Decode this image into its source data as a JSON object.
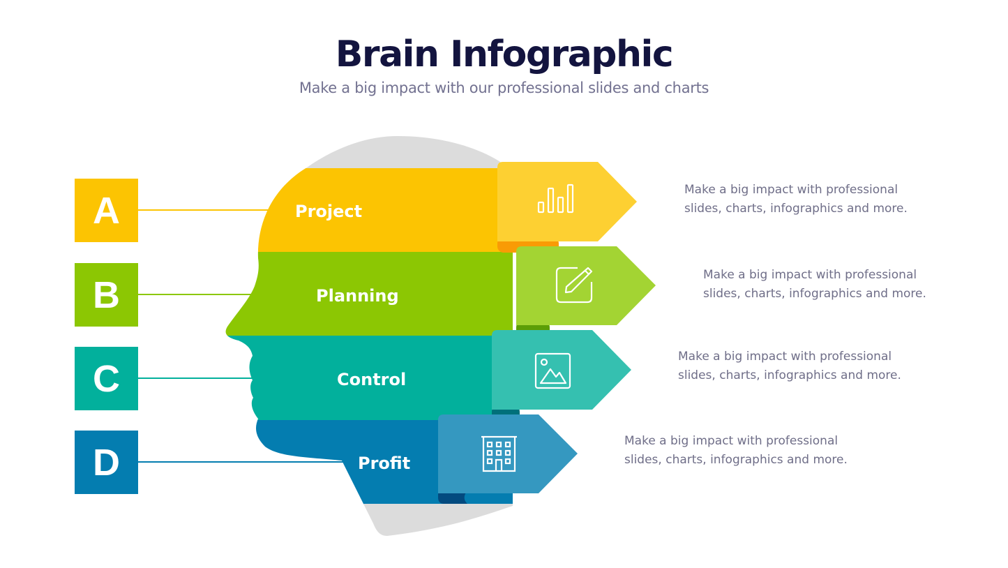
{
  "header": {
    "title": "Brain Infographic",
    "subtitle": "Make a big impact with our professional slides and charts"
  },
  "colors": {
    "title": "#13143f",
    "subtitle": "#727190",
    "head_gray": "#dcdcdc",
    "yellow": "#fcc402",
    "yellow_tab": "#fdd032",
    "yellow_fold": "#f99b05",
    "green": "#8cc703",
    "green_tab": "#a3d433",
    "green_fold": "#5c9e07",
    "teal": "#02b09c",
    "teal_tab": "#35c0b0",
    "teal_fold": "#00707a",
    "blue": "#047db0",
    "blue_tab": "#3598c0",
    "blue_fold": "#034a7f"
  },
  "items": [
    {
      "letter": "A",
      "label": "Project",
      "icon": "bar-chart-icon",
      "description_line1": "Make a big impact with professional",
      "description_line2": "slides, charts, infographics and more."
    },
    {
      "letter": "B",
      "label": "Planning",
      "icon": "edit-pencil-icon",
      "description_line1": "Make a big impact with professional",
      "description_line2": "slides, charts, infographics and more."
    },
    {
      "letter": "C",
      "label": "Control",
      "icon": "image-icon",
      "description_line1": "Make a big impact with professional",
      "description_line2": "slides, charts, infographics and more."
    },
    {
      "letter": "D",
      "label": "Profit",
      "icon": "building-icon",
      "description_line1": "Make a big impact with professional",
      "description_line2": "slides, charts, infographics and more."
    }
  ]
}
